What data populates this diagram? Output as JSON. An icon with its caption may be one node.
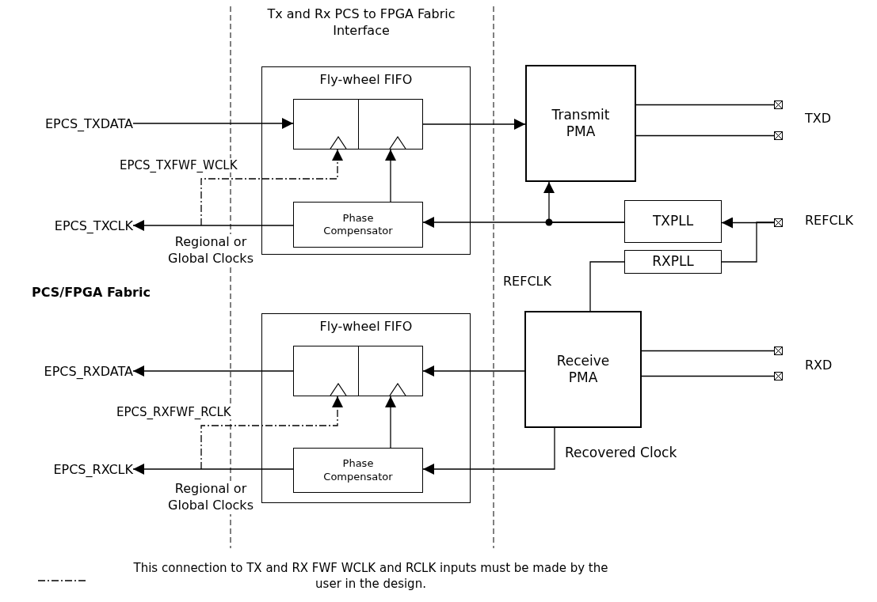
{
  "diagram": {
    "nodes": [
      {
        "text": [
          "Fly-wheel FIFO"
        ]
      },
      {
        "text": [],
        "shape": "box",
        "in": 0
      },
      {
        "text": [],
        "shape": "box",
        "in": 0
      },
      {
        "text": [
          "Phase Compensator"
        ],
        "in": 0
      },
      {
        "text": [
          "Transmit PMA"
        ]
      },
      {
        "text": [
          "TXPLL"
        ]
      },
      {
        "text": [
          "RXPLL"
        ]
      },
      {
        "text": [
          "Fly-wheel FIFO"
        ]
      },
      {
        "text": [],
        "shape": "box",
        "in": 7
      },
      {
        "text": [],
        "shape": "box",
        "in": 7
      },
      {
        "text": [
          "Phase Compensator"
        ],
        "in": 7
      },
      {
        "text": [
          "Receive PMA"
        ]
      },
      {
        "text": [
          "EPCS_TXDATA"
        ]
      },
      {
        "text": [
          "EPCS_TXCLK"
        ]
      },
      {
        "text": [
          "EPCS_RXDATA"
        ]
      },
      {
        "text": [
          "EPCS_RXCLK"
        ]
      },
      {
        "text": [],
        "shape": "box"
      },
      {
        "text": [],
        "shape": "box"
      },
      {
        "text": [],
        "shape": "box"
      },
      {
        "text": [],
        "shape": "box"
      },
      {
        "text": [],
        "shape": "box"
      }
    ],
    "edges": [
      {
        "from": 12,
        "to": 1,
        "arrow": "to"
      },
      {
        "from": 2,
        "to": 4,
        "arrow": "to"
      },
      {
        "from": 3,
        "to": 2,
        "arrow": "to"
      },
      {
        "from": 3,
        "to": 13,
        "arrow": "to"
      },
      {
        "from": 5,
        "to": 3,
        "arrow": "to"
      },
      {
        "from": 5,
        "to": 4,
        "arrow": "to"
      },
      {
        "from": 4,
        "to": 16,
        "arrow": "none"
      },
      {
        "from": 4,
        "to": 17,
        "arrow": "none"
      },
      {
        "from": 18,
        "to": 5,
        "arrow": "to"
      },
      {
        "from": 18,
        "to": 6,
        "arrow": "none"
      },
      {
        "from": 6,
        "to": 11,
        "arrow": "none"
      },
      {
        "from": 11,
        "to": 9,
        "arrow": "to"
      },
      {
        "from": 8,
        "to": 14,
        "arrow": "to"
      },
      {
        "from": 10,
        "to": 9,
        "arrow": "to"
      },
      {
        "from": 10,
        "to": 15,
        "arrow": "to"
      },
      {
        "from": 11,
        "to": 10,
        "arrow": "to",
        "label": "Recovered Clock"
      },
      {
        "from": null,
        "to": 1,
        "arrow": "to",
        "style": "dashed",
        "label": "EPCS_TXFWF_WCLK"
      },
      {
        "from": null,
        "to": 8,
        "arrow": "to",
        "style": "dashed",
        "label": "EPCS_RXFWF_RCLK"
      },
      {
        "from": 11,
        "to": 19,
        "arrow": "none"
      },
      {
        "from": 11,
        "to": 20,
        "arrow": "none"
      }
    ],
    "labels": [
      "Tx and Rx PCS to FPGA Fabric Interface",
      "TXD",
      "Regional or Global Clocks",
      "REFCLK",
      "REFCLK",
      "PCS/FPGA Fabric",
      "RXD",
      "Regional or Global Clocks"
    ],
    "legend": [
      {
        "text": "This connection to TX and RX FWF WCLK and RCLK inputs must be made by the user in the design."
      }
    ]
  }
}
